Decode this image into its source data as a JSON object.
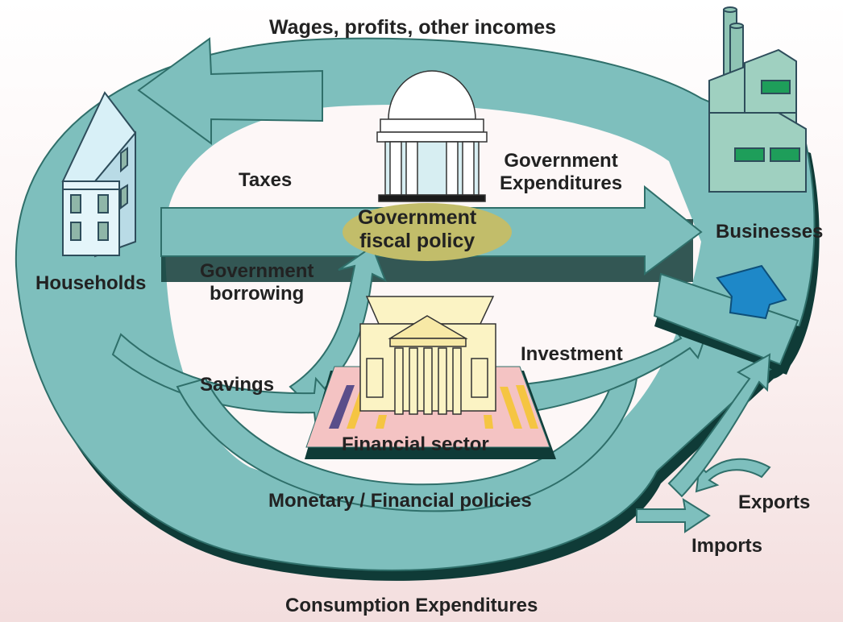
{
  "labels": {
    "wages": "Wages, profits, other incomes",
    "taxes": "Taxes",
    "gov_exp_line1": "Government",
    "gov_exp_line2": "Expenditures",
    "gov_fiscal_line1": "Government",
    "gov_fiscal_line2": "fiscal policy",
    "businesses": "Businesses",
    "households": "Households",
    "gov_borrow_line1": "Government",
    "gov_borrow_line2": "borrowing",
    "investment": "Investment",
    "savings": "Savings",
    "financial_sector": "Financial sector",
    "monetary": "Monetary / Financial policies",
    "exports": "Exports",
    "imports": "Imports",
    "consumption": "Consumption Expenditures"
  },
  "colors": {
    "arrow": "#7ebfbd",
    "arrow_shadow": "#0f3b37",
    "arrow_edge": "#2f6f6a",
    "fiscal_oval": "#c2bd6a",
    "financial_base": "#f4c3c3",
    "blue_arrow": "#1e88c8"
  },
  "icons": [
    "house-icon",
    "factory-icon",
    "capitol-dome-icon",
    "bank-building-icon"
  ]
}
